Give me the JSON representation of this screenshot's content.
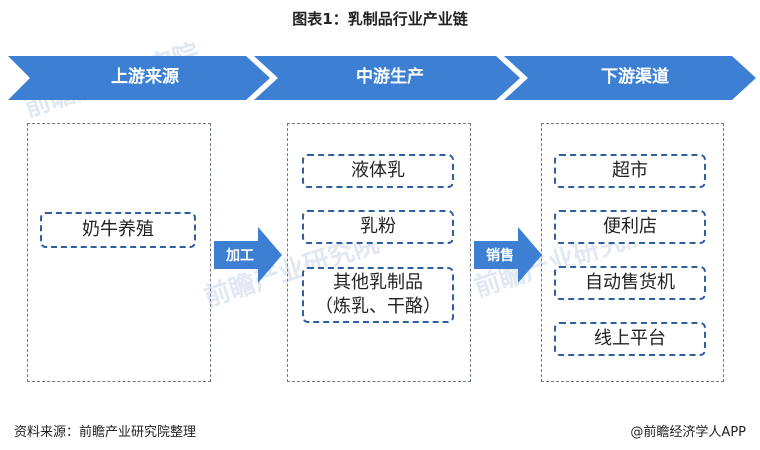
{
  "title": "图表1：乳制品行业产业链",
  "stages": {
    "upstream": "上游来源",
    "midstream": "中游生产",
    "downstream": "下游渠道"
  },
  "upstream_items": [
    "奶牛养殖"
  ],
  "midstream_items": [
    "液体乳",
    "乳粉"
  ],
  "midstream_multi": {
    "line1": "其他乳制品",
    "line2": "（炼乳、干酪）"
  },
  "downstream_items": [
    "超市",
    "便利店",
    "自动售货机",
    "线上平台"
  ],
  "connectors": {
    "process": "加工",
    "sales": "销售"
  },
  "footer": {
    "source": "资料来源：前瞻产业研究院整理",
    "brand": "@前瞻经济学人APP"
  },
  "watermark": "前瞻产业研究院",
  "colors": {
    "banner": "#3d7fd3",
    "border": "#2e5f9e",
    "arrow": "#3d7fd3"
  }
}
